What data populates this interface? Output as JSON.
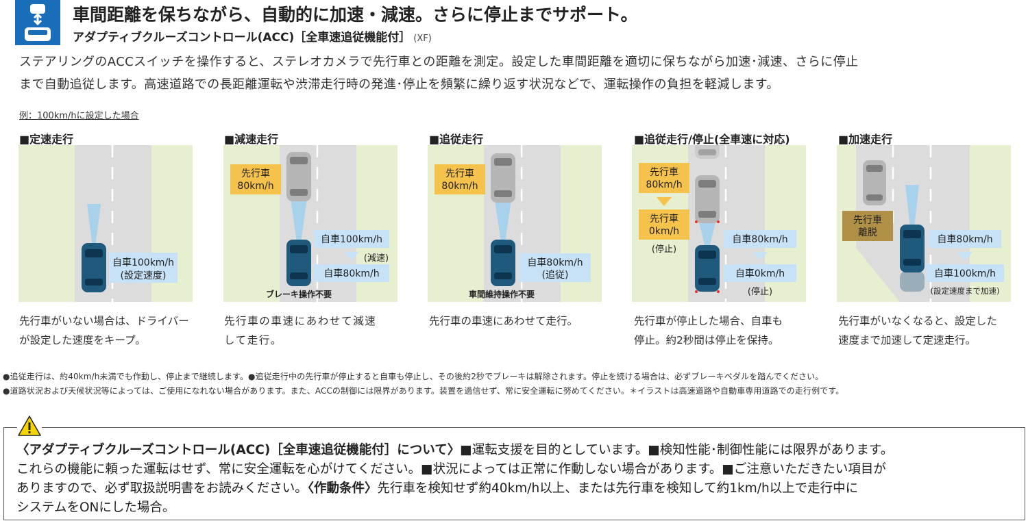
{
  "header": {
    "headline": "車間距離を保ちながら、自動的に加速・減速。さらに停止までサポート。",
    "subtitle": "アダプティブクルーズコントロール(ACC)［全車速追従機能付］",
    "model_tag": "(XF)"
  },
  "intro": {
    "line1": "ステアリングのACCスイッチを操作すると、ステレオカメラで先行車との距離を測定。設定した車間距離を適切に保ちながら加速･減速、さらに停止",
    "line2": "まで自動追従します。高速道路での長距離運転や渋滞走行時の発進･停止を頻繁に繰り返す状況などで、運転操作の負担を軽減します。"
  },
  "example_label": "例：100km/hに設定した場合",
  "colors": {
    "road": "#dcdcdc",
    "grass": "#e6efd0",
    "lead_label": "#f5c24c",
    "self_label": "#c7e2f6",
    "departed_label": "#b08f47",
    "brand_blue": "#1a6db8",
    "own_car": "#1f5a7c",
    "lead_car": "#b5b5b5"
  },
  "panels": [
    {
      "title": "■定速走行",
      "self_label_line1": "自車100km/h",
      "self_label_line2": "(設定速度)",
      "desc_line1": "先行車がいない場合は、ドライバー",
      "desc_line2": "が設定した速度をキープ。"
    },
    {
      "title": "■減速走行",
      "lead_label_line1": "先行車",
      "lead_label_line2": "80km/h",
      "self_before": "自車100km/h",
      "transition_note": "(減速)",
      "self_after": "自車80km/h",
      "caption": "ブレーキ操作不要",
      "desc_line1": "先行車の車速にあわせて減速",
      "desc_line2": "して走行。"
    },
    {
      "title": "■追従走行",
      "lead_label_line1": "先行車",
      "lead_label_line2": "80km/h",
      "self_label_line1": "自車80km/h",
      "self_label_line2": "(追従)",
      "caption": "車間維持操作不要",
      "desc_line1": "先行車の車速にあわせて走行。"
    },
    {
      "title": "■追従走行/停止(全車速に対応)",
      "lead_before_line1": "先行車",
      "lead_before_line2": "80km/h",
      "lead_after_line1": "先行車",
      "lead_after_line2": "0km/h",
      "lead_after_note": "(停止)",
      "self_before": "自車80km/h",
      "self_after": "自車0km/h",
      "self_after_note": "(停止)",
      "desc_line1": "先行車が停止した場合、自車も",
      "desc_line2": "停止。約2秒間は停止を保持。"
    },
    {
      "title": "■加速走行",
      "lead_label_line1": "先行車",
      "lead_label_line2": "離脱",
      "self_before": "自車80km/h",
      "self_after": "自車100km/h",
      "self_after_note": "(設定速度まで加速)",
      "desc_line1": "先行車がいなくなると、設定した",
      "desc_line2": "速度まで加速して定速走行。"
    }
  ],
  "notes": {
    "line1": "●追従走行は、約40km/h未満でも作動し、停止まで継続します。●追従走行中の先行車が停止すると自車も停止し、その後約2秒でブレーキは解除されます。停止を続ける場合は、必ずブレーキペダルを踏んでください。",
    "line2": "●道路状況および天候状況等によっては、ご使用になれない場合があります。また、ACCの制御には限界があります。装置を過信せず、常に安全運転に努めてください。＊イラストは高速道路や自動車専用道路での走行例です。"
  },
  "caution": {
    "title": "〈アダプティブクルーズコントロール(ACC)［全車速追従機能付］について〉",
    "line1_rest": "■運転支援を目的としています。■検知性能･制御性能には限界があります。",
    "line2": "これらの機能に頼った運転はせず、常に安全運転を心がけてください。■状況によっては正常に作動しない場合があります。■ご注意いただきたい項目が",
    "line3_a": "ありますので、必ず取扱説明書をお読みください。",
    "line3_b": "〈作動条件〉",
    "line3_c": "先行車を検知せず約40km/h以上、または先行車を検知して約1km/h以上で走行中に",
    "line4": "システムをONにした場合。"
  }
}
